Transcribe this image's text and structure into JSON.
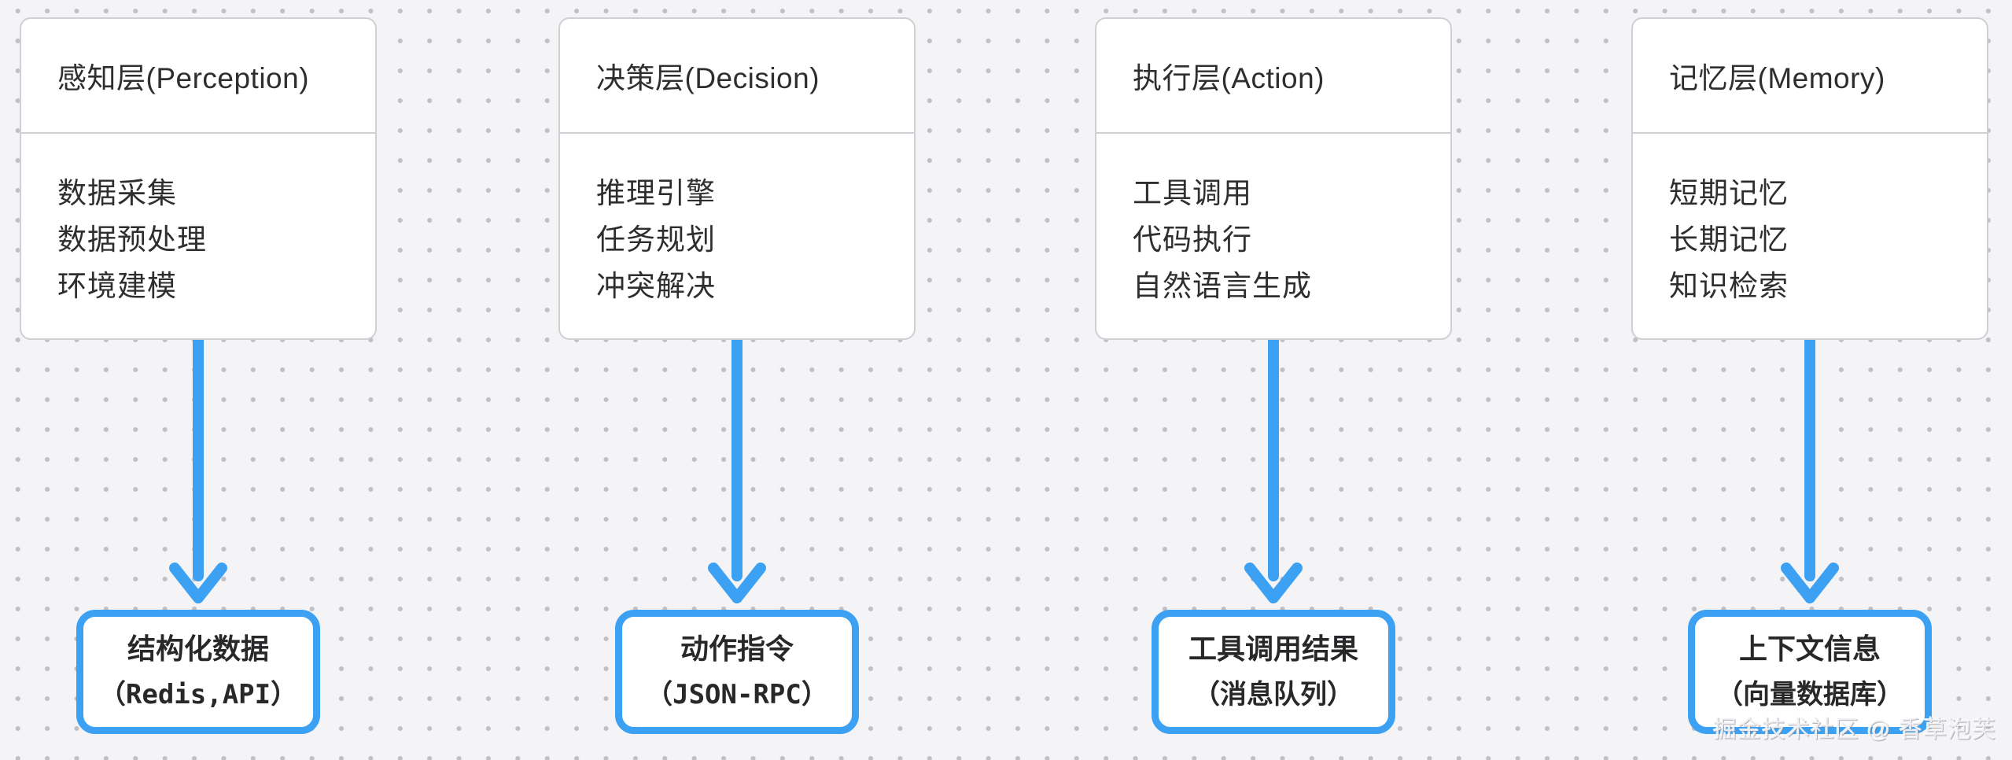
{
  "canvas": {
    "background_color": "#f4f4f6",
    "dot_color": "#bfbfc4",
    "accent_blue": "#3da1f3",
    "card_border_color": "#cfcfd4",
    "text_color": "#2e2e30"
  },
  "columns": [
    {
      "card": {
        "title": "感知层(Perception)",
        "items": [
          "数据采集",
          "数据预处理",
          "环境建模"
        ]
      },
      "output": {
        "line1": "结构化数据",
        "line2": "（Redis,API）"
      }
    },
    {
      "card": {
        "title": "决策层(Decision)",
        "items": [
          "推理引擎",
          "任务规划",
          "冲突解决"
        ]
      },
      "output": {
        "line1": "动作指令",
        "line2": "（JSON-RPC）"
      }
    },
    {
      "card": {
        "title": "执行层(Action)",
        "items": [
          "工具调用",
          "代码执行",
          "自然语言生成"
        ]
      },
      "output": {
        "line1": "工具调用结果",
        "line2": "（消息队列）"
      }
    },
    {
      "card": {
        "title": "记忆层(Memory)",
        "items": [
          "短期记忆",
          "长期记忆",
          "知识检索"
        ]
      },
      "output": {
        "line1": "上下文信息",
        "line2": "（向量数据库）"
      }
    }
  ],
  "watermark": {
    "text": "掘金技术社区 @ 香草泡芙"
  }
}
